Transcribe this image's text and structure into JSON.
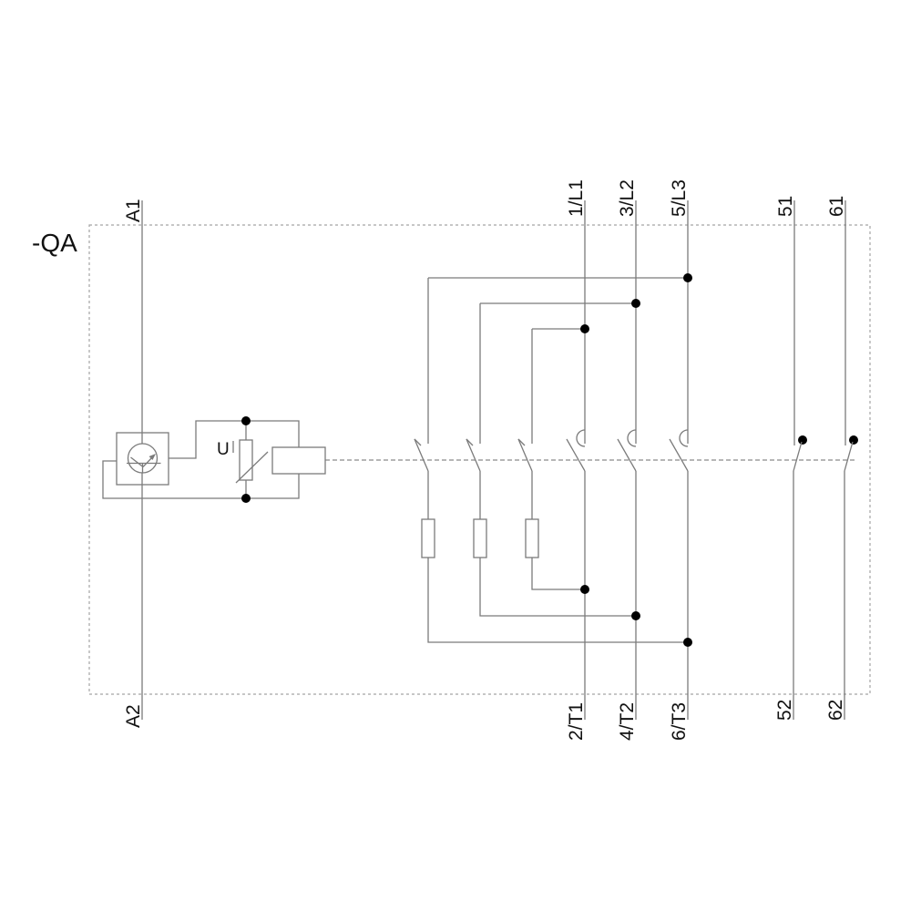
{
  "diagram": {
    "device_tag": "-QA",
    "varistor_label": "U",
    "colors": {
      "line": "#7b7b7b",
      "text": "#111111",
      "junction_dot": "#000000",
      "dashed_border": "#a3a3a3",
      "dashed_linkage": "#8b8b8b",
      "background": "#ffffff"
    },
    "terminals": {
      "a1": "A1",
      "a2": "A2",
      "l1": "1/L1",
      "l2": "3/L2",
      "l3": "5/L3",
      "t1": "2/T1",
      "t2": "4/T2",
      "t3": "6/T3",
      "aux51": "51",
      "aux61": "61",
      "aux52": "52",
      "aux62": "62"
    },
    "components": [
      "electronic-coil-control",
      "varistor",
      "contactor-coil",
      "precharge-contacts-with-resistors",
      "main-contacts",
      "nc-mirror-auxiliary-contacts"
    ]
  }
}
